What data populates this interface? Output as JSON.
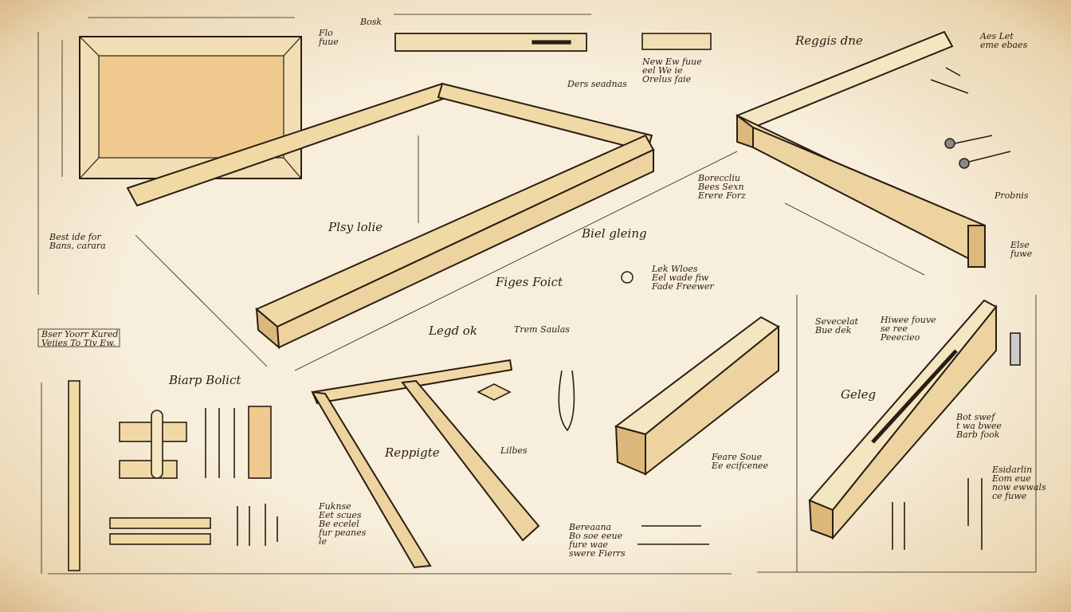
{
  "labels": {
    "bosk": "Bosk",
    "flo_fuue": "Flo\nfuue",
    "ders_seadnas": "Ders seadnas",
    "reggis_dne": "Reggis dne",
    "aes_let": "Aes Let\neme ebaes",
    "new_ew": "New Ew fuue\neel We ie\nOrelus faie",
    "plsy_lolie": "Plsy lolie",
    "biel_gleing": "Biel gleing",
    "figes_foict": "Figes Foict",
    "legd_ok": "Legd ok",
    "trem_saulas": "Trem Saulas",
    "boreccliu": "Boreccliu\nBees Sexn\nErere Forz",
    "probnis": "Probnis",
    "else_fuwe": "Else\nfuwe",
    "lek_wloes": "Lek Wloes\nEel wade fiw\nFade Freewer",
    "best_ide": "Best ide for\nBans, carara",
    "bser_yoorr": "Bser Yoorr Kured\nVeiies To Tiv Ew.",
    "biarp_bolict": "Biarp Bolict",
    "reppigte": "Reppigte",
    "lilbes": "Lilbes",
    "sevecelat": "Sevecelat\nBue dek",
    "hiwee_fouve": "Hiwee fouve\nse ree\nPeeecieo",
    "geleg": "Geleg",
    "feare_soue": "Feare Soue\nEe ecifcenee",
    "fuknse": "Fuknse\nEet scues\nBe ecelel\nfur peanes\nle",
    "bereaana": "Bereaana\nBo soe eeue\nfure wae\nswere Fierrs",
    "bot_swef": "Bot swef\nt wa bwee\nBarb fook",
    "esidarlin": "Esidarlin\nEom eue\nnow ewwals\nce fuwe"
  },
  "colors": {
    "paper": "#f3e8d2",
    "ink": "#2a1d12",
    "wood": "#f0d9a4",
    "wood_dark": "#dcb97a"
  }
}
